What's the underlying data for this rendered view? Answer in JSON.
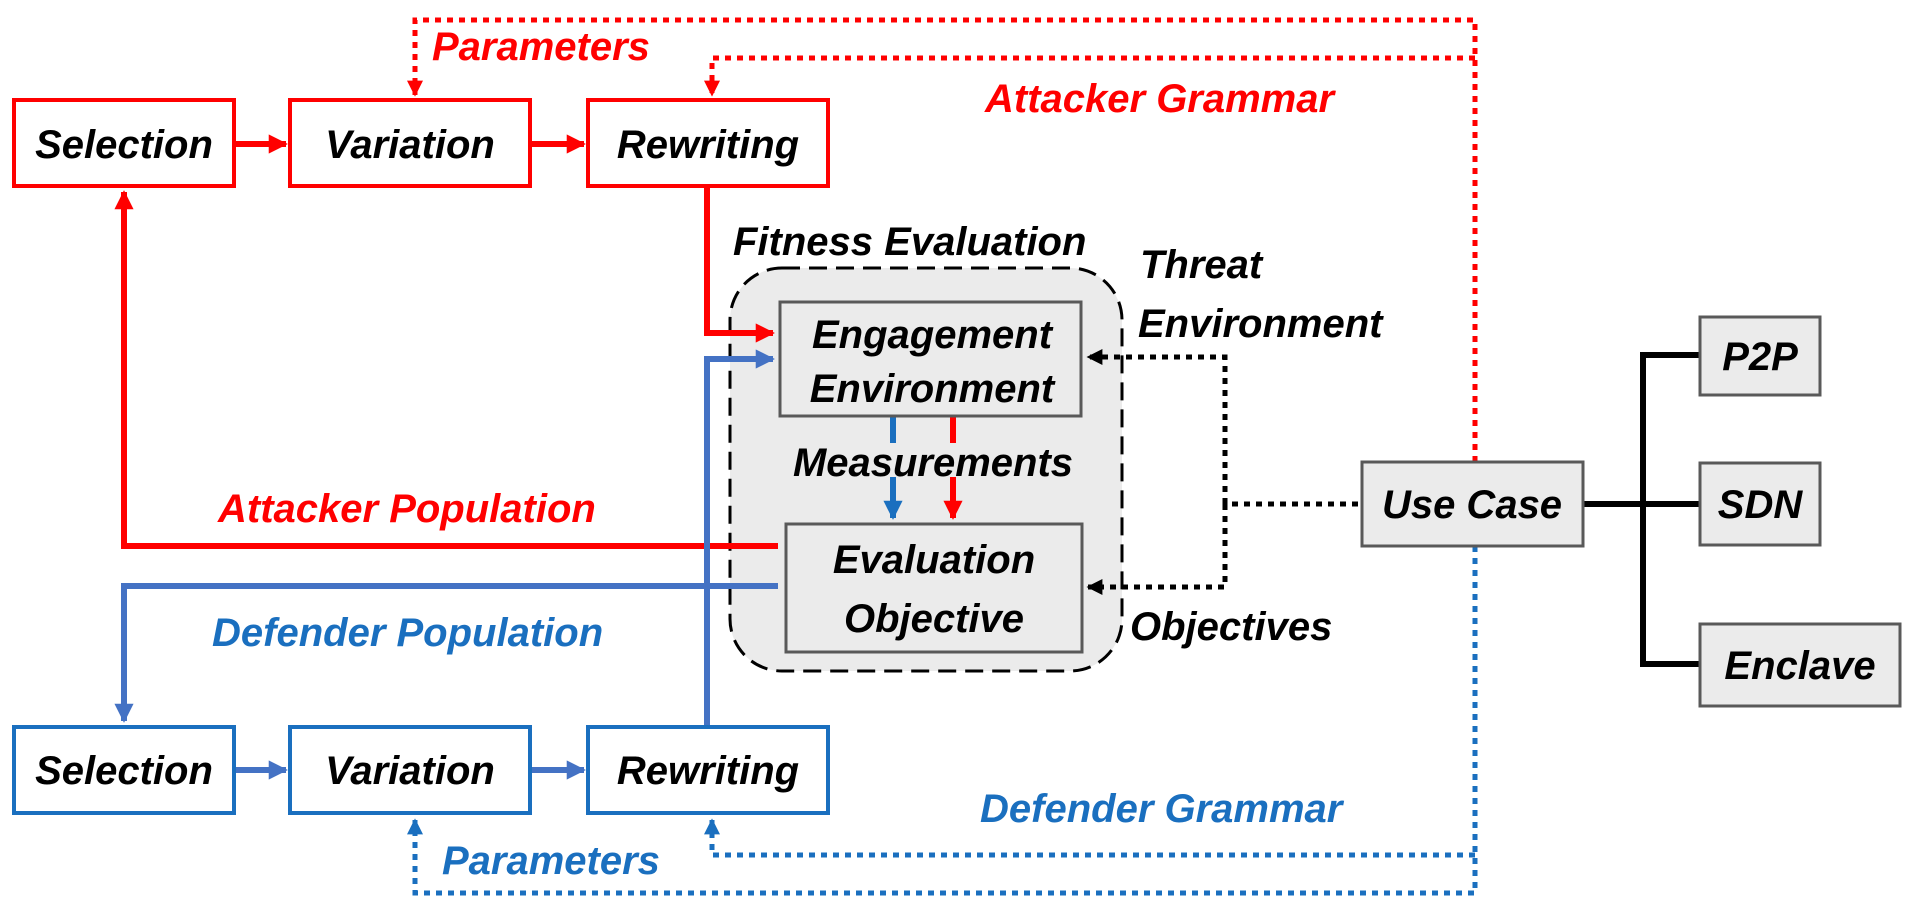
{
  "colors": {
    "attacker": "#FF0000",
    "defender": "#1A6FBF",
    "defender_light": "#4472C4",
    "neutral": "#000000",
    "box_fill_gray": "#EBEBEB",
    "box_border_gray": "#595959"
  },
  "attacker_pipeline": {
    "selection": "Selection",
    "variation": "Variation",
    "rewriting": "Rewriting"
  },
  "defender_pipeline": {
    "selection": "Selection",
    "variation": "Variation",
    "rewriting": "Rewriting"
  },
  "fitness": {
    "title": "Fitness Evaluation",
    "engagement_line1": "Engagement",
    "engagement_line2": "Environment",
    "measurements": "Measurements",
    "evaluation_line1": "Evaluation",
    "evaluation_line2": "Objective"
  },
  "labels": {
    "attacker_parameters": "Parameters",
    "attacker_grammar": "Attacker Grammar",
    "threat_line1": "Threat",
    "threat_line2": "Environment",
    "attacker_population": "Attacker Population",
    "defender_population": "Defender Population",
    "objectives": "Objectives",
    "defender_grammar": "Defender Grammar",
    "defender_parameters": "Parameters"
  },
  "use_case": {
    "label": "Use Case",
    "options": [
      "P2P",
      "SDN",
      "Enclave"
    ]
  }
}
